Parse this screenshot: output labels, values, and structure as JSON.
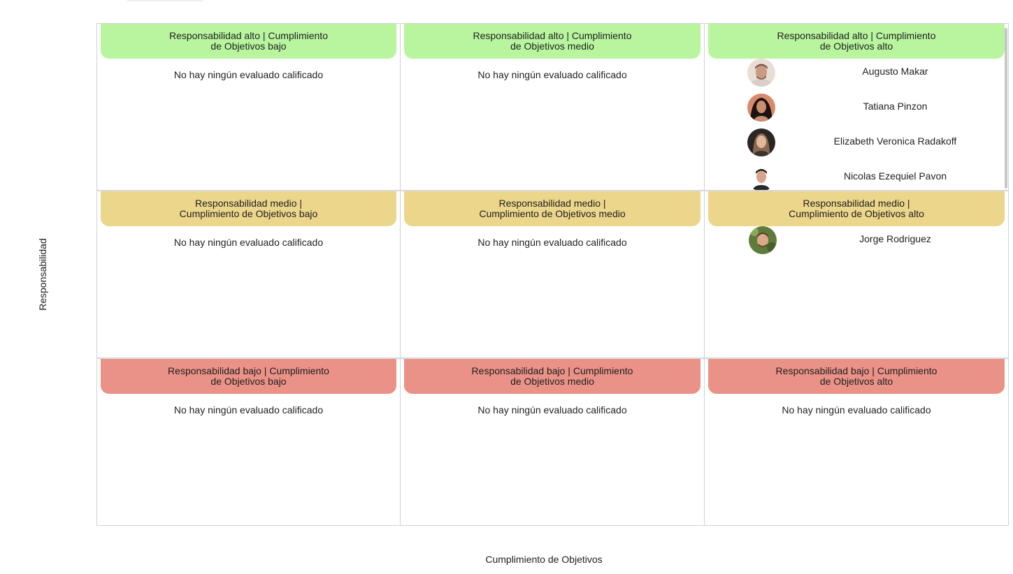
{
  "axes": {
    "y_label": "Responsabilidad",
    "x_label": "Cumplimiento de Objetivos"
  },
  "empty_message": "No hay ningún evaluado calificado",
  "colors": {
    "alto": "#b8f59e",
    "medio": "#ecd68b",
    "bajo": "#ea9287"
  },
  "cells": {
    "alto_bajo": {
      "title": "Responsabilidad alto | Cumplimiento de Objetivos bajo"
    },
    "alto_medio": {
      "title": "Responsabilidad alto | Cumplimiento de Objetivos medio"
    },
    "alto_alto": {
      "title": "Responsabilidad alto | Cumplimiento de Objetivos alto",
      "people": [
        {
          "name": "Augusto Makar",
          "avatar": "avatar-photo-icon"
        },
        {
          "name": "Tatiana Pinzon",
          "avatar": "avatar-photo-icon"
        },
        {
          "name": "Elizabeth Veronica Radakoff",
          "avatar": "avatar-photo-icon"
        },
        {
          "name": "Nicolas Ezequiel Pavon",
          "avatar": "avatar-photo-icon"
        }
      ]
    },
    "medio_bajo": {
      "title": "Responsabilidad medio | Cumplimiento de Objetivos bajo"
    },
    "medio_medio": {
      "title": "Responsabilidad medio | Cumplimiento de Objetivos medio"
    },
    "medio_alto": {
      "title": "Responsabilidad medio | Cumplimiento de Objetivos alto",
      "people": [
        {
          "name": "Jorge Rodriguez",
          "avatar": "avatar-photo-icon"
        }
      ]
    },
    "bajo_bajo": {
      "title": "Responsabilidad bajo | Cumplimiento de Objetivos bajo"
    },
    "bajo_medio": {
      "title": "Responsabilidad bajo | Cumplimiento de Objetivos medio"
    },
    "bajo_alto": {
      "title": "Responsabilidad bajo | Cumplimiento de Objetivos alto"
    }
  }
}
